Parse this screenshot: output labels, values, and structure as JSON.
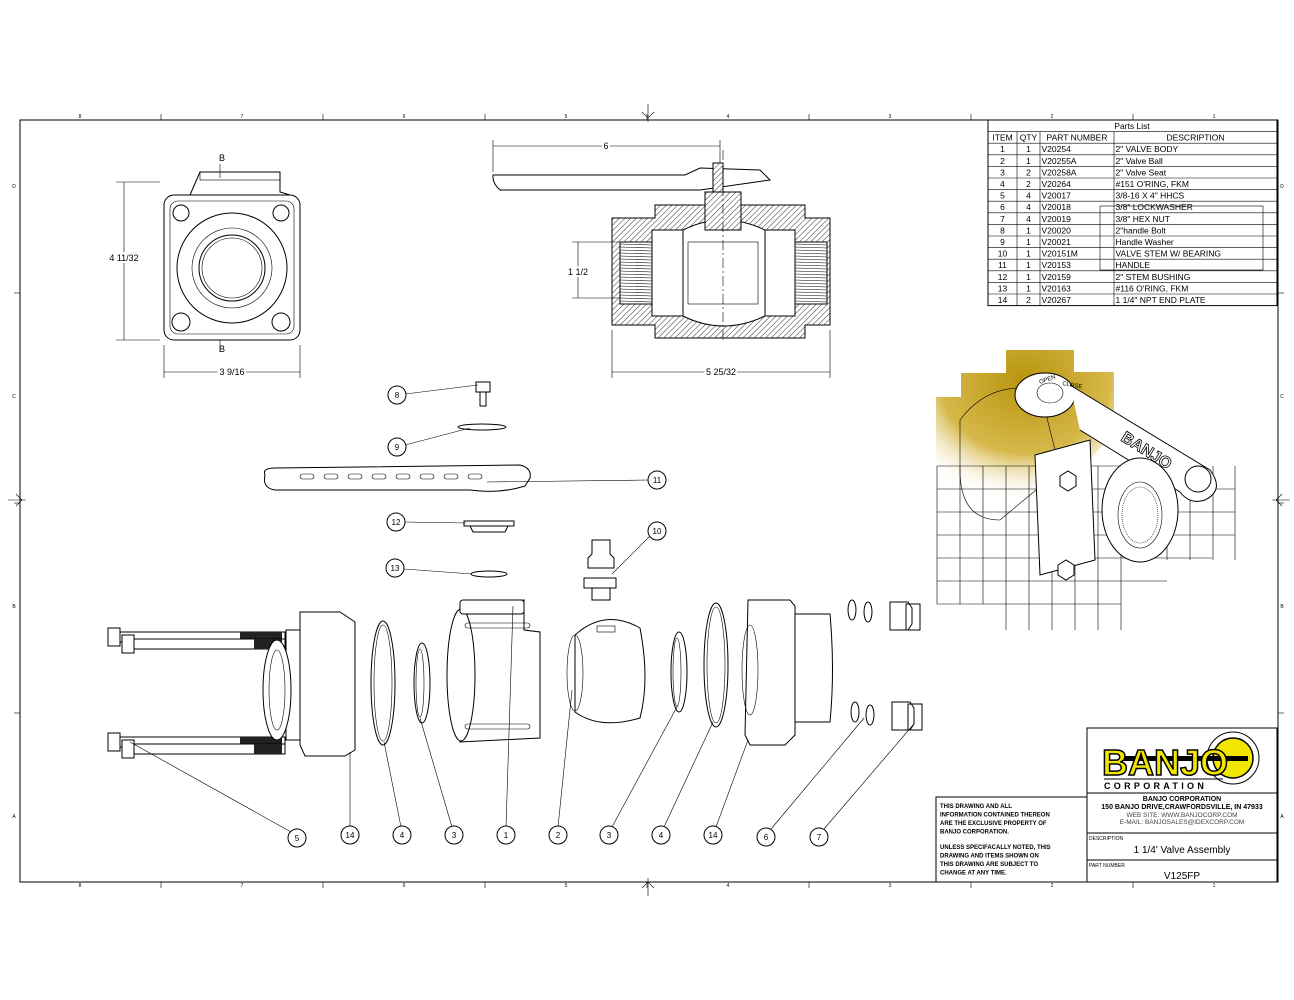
{
  "zones": {
    "columns": [
      "8",
      "7",
      "6",
      "5",
      "4",
      "3",
      "2",
      "1"
    ],
    "rows": [
      "D",
      "C",
      "B",
      "A"
    ]
  },
  "views": {
    "top_view": {
      "section_label_top": "B",
      "section_label_bottom": "B",
      "dim_height": "4 11/32",
      "dim_width": "3 9/16"
    },
    "section_view": {
      "dim_handle_length": "6",
      "dim_port": "1 1/2",
      "dim_length": "5 25/32"
    }
  },
  "parts_list": {
    "title": "Parts List",
    "columns": [
      "ITEM",
      "QTY",
      "PART NUMBER",
      "DESCRIPTION"
    ],
    "rows": [
      [
        "1",
        "1",
        "V20254",
        "2\" VALVE BODY"
      ],
      [
        "2",
        "1",
        "V20255A",
        "2\" Valve Ball"
      ],
      [
        "3",
        "2",
        "V20258A",
        "2\" Valve Seat"
      ],
      [
        "4",
        "2",
        "V20264",
        "#151 O'RING, FKM"
      ],
      [
        "5",
        "4",
        "V20017",
        "3/8-16 X 4\" HHCS"
      ],
      [
        "6",
        "4",
        "V20018",
        "3/8\" LOCKWASHER"
      ],
      [
        "7",
        "4",
        "V20019",
        "3/8\" HEX NUT"
      ],
      [
        "8",
        "1",
        "V20020",
        "2\"handle Bolt"
      ],
      [
        "9",
        "1",
        "V20021",
        "Handle Washer"
      ],
      [
        "10",
        "1",
        "V20151M",
        "VALVE STEM W/ BEARING"
      ],
      [
        "11",
        "1",
        "V20153",
        "HANDLE"
      ],
      [
        "12",
        "1",
        "V20159",
        "2\" STEM BUSHING"
      ],
      [
        "13",
        "1",
        "V20163",
        "#116 O'RING, FKM"
      ],
      [
        "14",
        "2",
        "V20267",
        "1 1/4\" NPT END PLATE"
      ]
    ]
  },
  "balloons": {
    "upper": [
      "8",
      "9",
      "11",
      "12",
      "10",
      "13"
    ],
    "lower": [
      "5",
      "14",
      "4",
      "3",
      "1",
      "2",
      "3",
      "4",
      "14",
      "6",
      "7"
    ]
  },
  "render_handle_text": {
    "close": "CLOSE",
    "open": "OPEN"
  },
  "title_block": {
    "logo_text": "BANJO",
    "logo_sub": "CORPORATION",
    "company": "BANJO CORPORATION",
    "address": "150 BANJO DRIVE,CRAWFORDSVILLE, IN 47933",
    "website": "WEB SITE: WWW.BANJOCORP.COM",
    "email": "E-MAIL: BANJOSALES@IDEXCORP.COM",
    "description_label": "DESCRIPTION",
    "description": "1 1/4' Valve Assembly",
    "part_number_label": "PART NUMBER",
    "part_number": "V125FP",
    "notice_lines": [
      "THIS DRAWING AND ALL",
      "INFORMATION CONTAINED THEREON",
      "ARE THE EXCLUSIVE PROPERTY OF",
      "BANJO CORPORATION.",
      "UNLESS SPECIFACALLY NOTED, THIS",
      "DRAWING AND ITEMS SHOWN ON",
      "THIS DRAWING ARE SUBJECT TO",
      "CHANGE AT ANY TIME."
    ]
  },
  "colors": {
    "logo_yellow": "#f2e600",
    "render_gold": "#c9a82a",
    "line": "#000000"
  }
}
